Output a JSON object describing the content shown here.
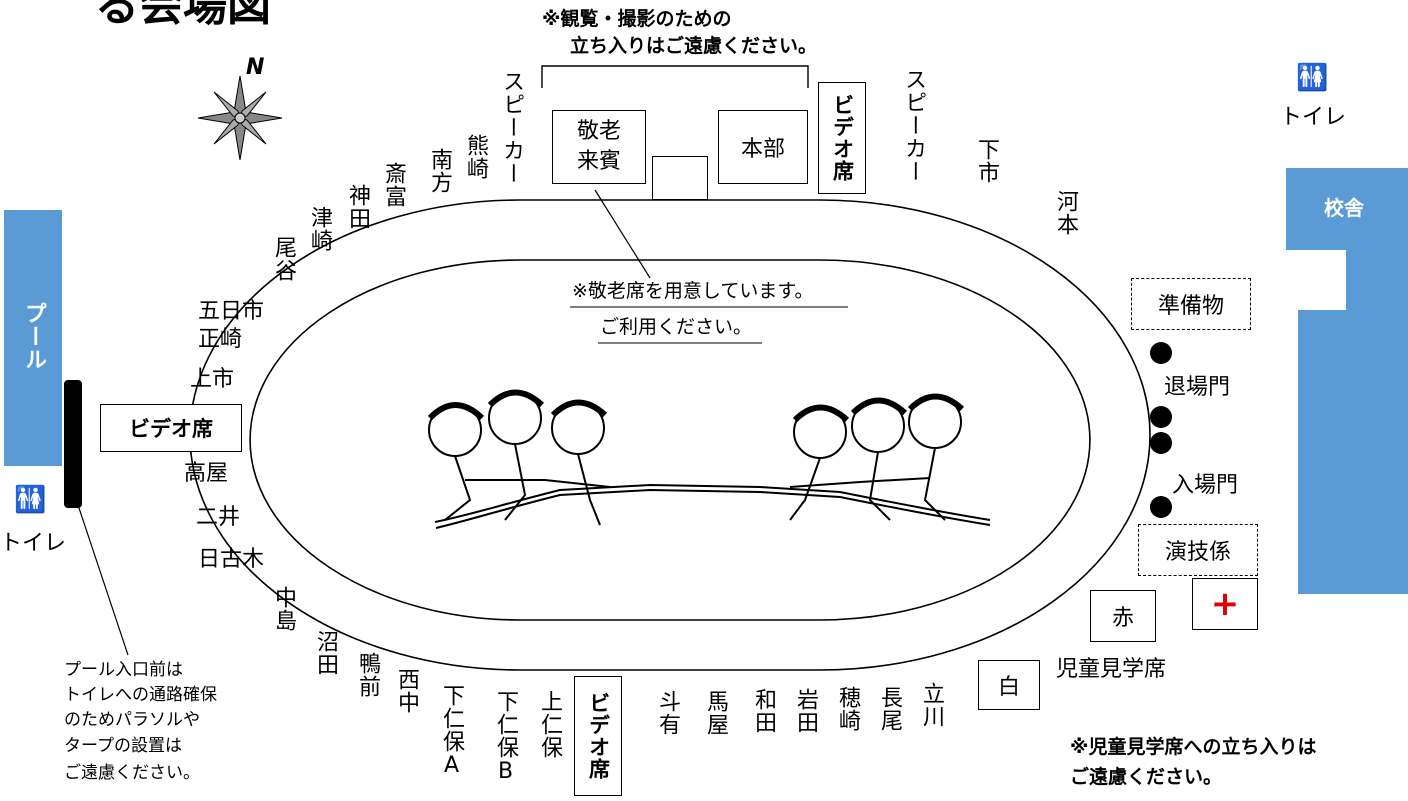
{
  "map": {
    "title_partial": "る会場図",
    "north": "N",
    "notes": {
      "top_notice_line1": "※観覧・撮影のための",
      "top_notice_line2": "立ち入りはご遠慮ください。",
      "elder_line1": "※敬老席を用意しています。",
      "elder_line2": "ご利用ください。",
      "pool_line1": "プール入口前は",
      "pool_line2": "トイレへの通路確保",
      "pool_line3": "のためパラソルや",
      "pool_line4": "タープの設置は",
      "pool_line5": "ご遠慮ください。",
      "student_line1": "※児童見学席への立ち入りは",
      "student_line2": "ご遠慮ください。"
    },
    "facilities": {
      "elder_guests": "敬老\n来賓",
      "headquarters": "本部",
      "video_top": "ビデオ席",
      "video_left": "ビデオ席",
      "video_bottom": "ビデオ席",
      "speaker_left": "スピーカー",
      "speaker_right": "スピーカー",
      "toilet": "トイレ",
      "pool": "プール",
      "school_building": "校舎",
      "equipment": "準備物",
      "exit_gate": "退場門",
      "entrance_gate": "入場門",
      "staff": "演技係",
      "red_team": "赤",
      "white_team": "白",
      "first_aid": "+",
      "student_seats": "児童見学席"
    },
    "areas": {
      "top": [
        "南方",
        "熊崎",
        "斎富",
        "神田",
        "津崎",
        "尾谷"
      ],
      "left": [
        "五日市",
        "正崎",
        "上市",
        "高屋",
        "二井",
        "日古木"
      ],
      "bottom_left": [
        "中島",
        "沼田",
        "鴨前",
        "西中",
        "下仁保A",
        "下仁保B",
        "上仁保"
      ],
      "bottom_right": [
        "斗有",
        "馬屋",
        "和田",
        "岩田",
        "穂崎",
        "長尾",
        "立川"
      ],
      "right": [
        "下市",
        "河本"
      ]
    },
    "colors": {
      "building_blue": "#5b9bd5",
      "first_aid_red": "#e00000"
    }
  }
}
